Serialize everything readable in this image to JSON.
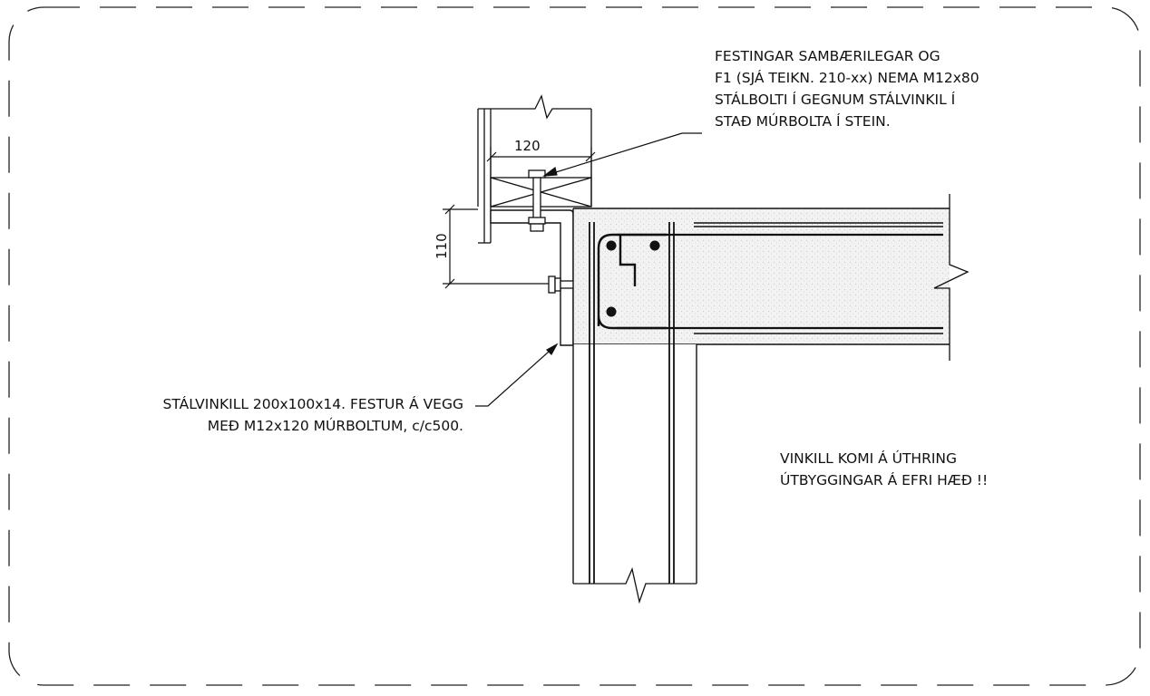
{
  "annotations": {
    "fasteners_note": [
      "FESTINGAR SAMBÆRILEGAR OG",
      "F1 (SJÁ TEIKN. 210-xx) NEMA M12x80",
      "STÁLBOLTI Í GEGNUM STÁLVINKIL Í",
      "STAÐ MÚRBOLTA Í STEIN."
    ],
    "angle_note": [
      "STÁLVINKILL 200x100x14. FESTUR Á VEGG",
      "MEÐ M12x120 MÚRBOLTUM, c/c500."
    ],
    "perimeter_note": [
      "VINKILL KOMI Á ÚTHRING",
      "ÚTBYGGINGAR Á EFRI HÆÐ !!"
    ]
  },
  "dimensions": {
    "width_label": "120",
    "height_label": "110"
  }
}
